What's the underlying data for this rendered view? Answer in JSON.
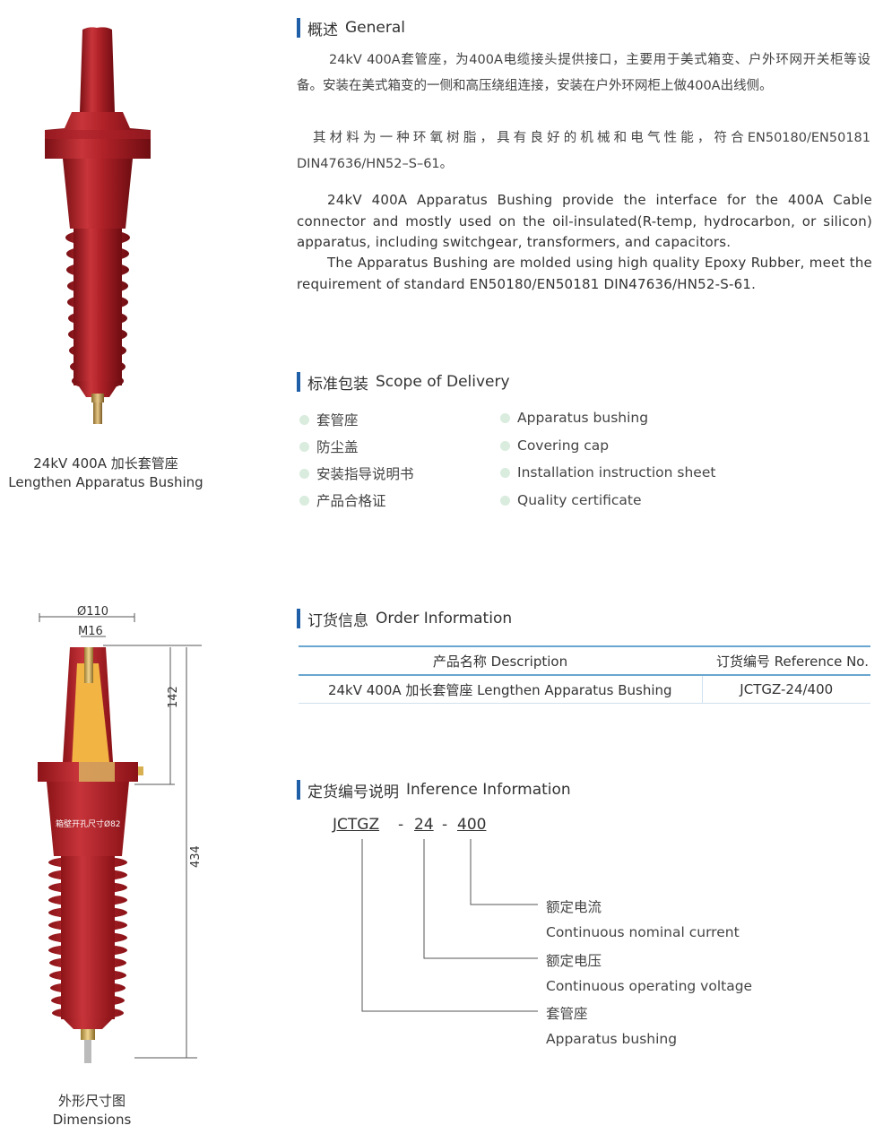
{
  "general": {
    "title_cn": "概述",
    "title_en": "General",
    "cn_p1": "24kV 400A套管座，为400A电缆接头提供接口，主要用于美式箱变、户外环网开关柜等设备。安装在美式箱变的一侧和高压绕组连接，安装在户外环网柜上做400A出线侧。",
    "cn_p2": "其材料为一种环氧树脂，具有良好的机械和电气性能，符合EN50180/EN50181 DIN47636/HN52–S–61。",
    "en_p1": "24kV 400A Apparatus Bushing provide the interface for the 400A Cable connector and mostly used on the oil-insulated(R-temp, hydrocarbon, or silicon) apparatus, including switchgear, transformers, and capacitors.",
    "en_p2": "The Apparatus Bushing are molded using high quality Epoxy Rubber, meet the requirement of standard EN50180/EN50181 DIN47636/HN52-S-61."
  },
  "scope": {
    "title_cn": "标准包装",
    "title_en": "Scope of Delivery",
    "items_cn": [
      "套管座",
      "防尘盖",
      "安装指导说明书",
      "产品合格证"
    ],
    "items_en": [
      "Apparatus bushing",
      "Covering cap",
      "Installation instruction sheet",
      "Quality certificate"
    ]
  },
  "product_caption": {
    "cn": "24kV 400A 加长套管座",
    "en": "Lengthen Apparatus Bushing"
  },
  "order": {
    "title_cn": "订货信息",
    "title_en": "Order Information",
    "head_desc": "产品名称  Description",
    "head_ref": "订货编号  Reference  No.",
    "row_desc": "24kV 400A 加长套管座  Lengthen Apparatus Bushing",
    "row_ref": "JCTGZ-24/400"
  },
  "inference": {
    "title_cn": "定货编号说明",
    "title_en": "Inference Information",
    "code1": "JCTGZ",
    "code2": "24",
    "code3": "400",
    "sep": "-",
    "l3_cn": "额定电流",
    "l3_en": "Continuous nominal current",
    "l2_cn": "额定电压",
    "l2_en": "Continuous operating voltage",
    "l1_cn": "套管座",
    "l1_en": "Apparatus bushing"
  },
  "dimensions": {
    "d_outer": "Ø110",
    "thread": "M16",
    "h_top": "142",
    "h_total": "434",
    "cutout": "箱壁开孔尺寸Ø82",
    "caption_cn": "外形尺寸图",
    "caption_en": "Dimensions"
  },
  "colors": {
    "accent_bar": "#1f5fa8",
    "bushing_red": "#b8262b",
    "table_line": "#6aa6cf",
    "bullet": "#d9ecde"
  }
}
